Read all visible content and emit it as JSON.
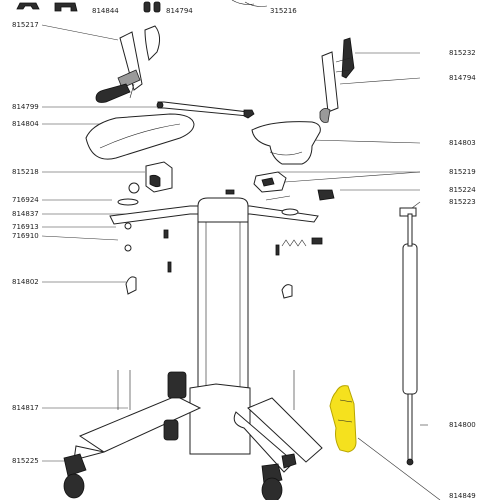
{
  "labels": {
    "p814844": "814844",
    "p814794_top": "814794",
    "p315216": "315216",
    "p815217": "815217",
    "p815232": "815232",
    "p814794_right": "814794",
    "p814799": "814799",
    "p814804": "814804",
    "p814803": "814803",
    "p815218": "815218",
    "p815219": "815219",
    "p815224": "815224",
    "p716924": "716924",
    "p815223": "815223",
    "p814837": "814837",
    "p716913": "716913",
    "p716910": "716910",
    "p814802": "814802",
    "p814817": "814817",
    "p814800": "814800",
    "p815225": "815225",
    "p814849": "814849"
  },
  "colors": {
    "highlight": "#f5e11e",
    "highlight_stroke": "#b8a600",
    "line": "#222222"
  }
}
